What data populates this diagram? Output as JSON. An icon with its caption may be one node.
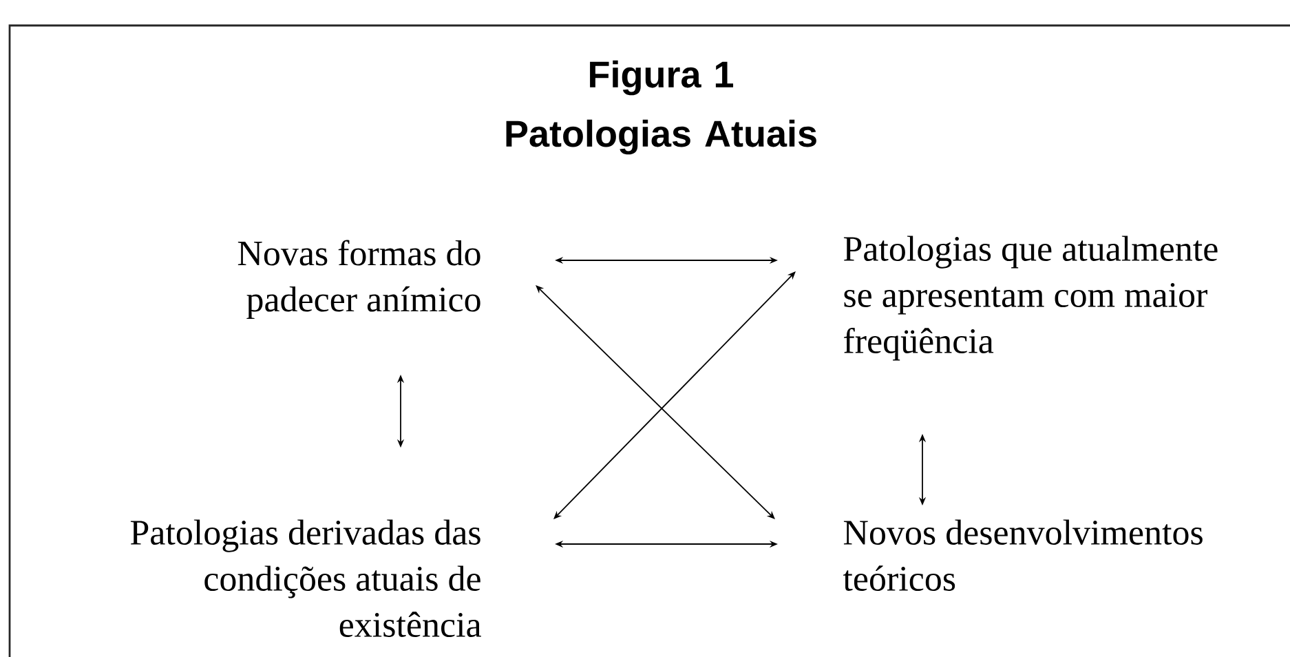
{
  "diagram": {
    "title": "Figura 1 Patologias Atuais",
    "nodes": [
      {
        "text": [
          "Novas formas do padecer anímico"
        ]
      },
      {
        "text": [
          "Patologias que atualmente se apresentam com maior freqüência"
        ]
      },
      {
        "text": [
          "Patologias derivadas das condições atuais de existência"
        ]
      },
      {
        "text": [
          "Novos desenvolvimentos teóricos"
        ]
      }
    ],
    "edges": [
      {
        "from": 0,
        "to": 1,
        "arrow": "both"
      },
      {
        "from": 0,
        "to": 3,
        "arrow": "both"
      },
      {
        "from": 2,
        "to": 1,
        "arrow": "both"
      },
      {
        "from": 2,
        "to": 3,
        "arrow": "both"
      },
      {
        "from": 0,
        "to": 2,
        "arrow": "both"
      },
      {
        "from": 1,
        "to": 3,
        "arrow": "both"
      }
    ]
  }
}
